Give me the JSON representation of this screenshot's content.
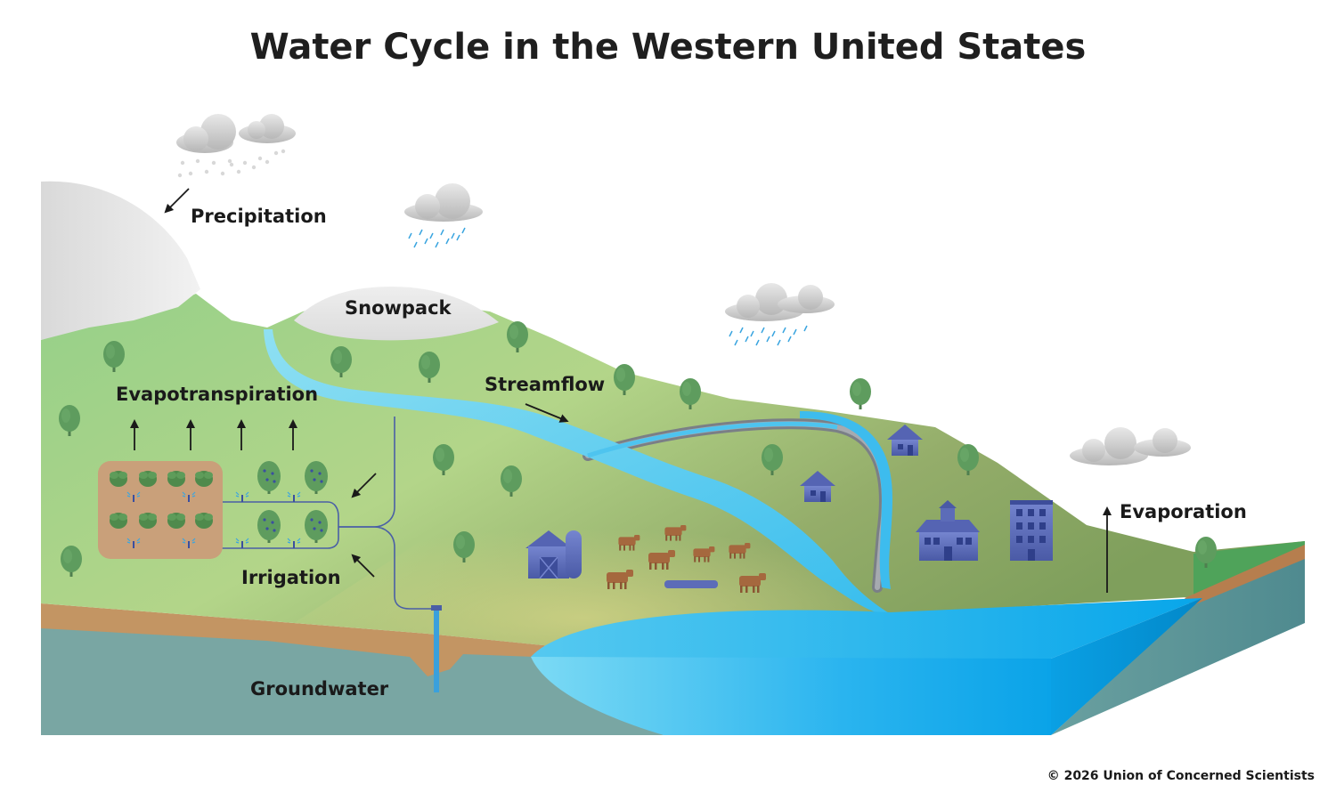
{
  "title": "Water Cycle in the Western United States",
  "labels": {
    "precipitation": "Precipitation",
    "snowpack": "Snowpack",
    "evapotranspiration": "Evapotranspiration",
    "streamflow": "Streamflow",
    "irrigation": "Irrigation",
    "groundwater": "Groundwater",
    "evaporation": "Evaporation"
  },
  "copyright": "© 2026 Union of Concerned Scientists",
  "colors": {
    "grass_light": "#9bd48a",
    "grass_dark": "#7a9e5a",
    "soil": "#c39563",
    "groundwater": "#78a6a3",
    "water": "#29b6f0",
    "snow": "#e4e4e4",
    "building": "#5c6cb8",
    "tree": "#5d9a5d",
    "cow": "#a5683e",
    "field": "#caa078"
  }
}
